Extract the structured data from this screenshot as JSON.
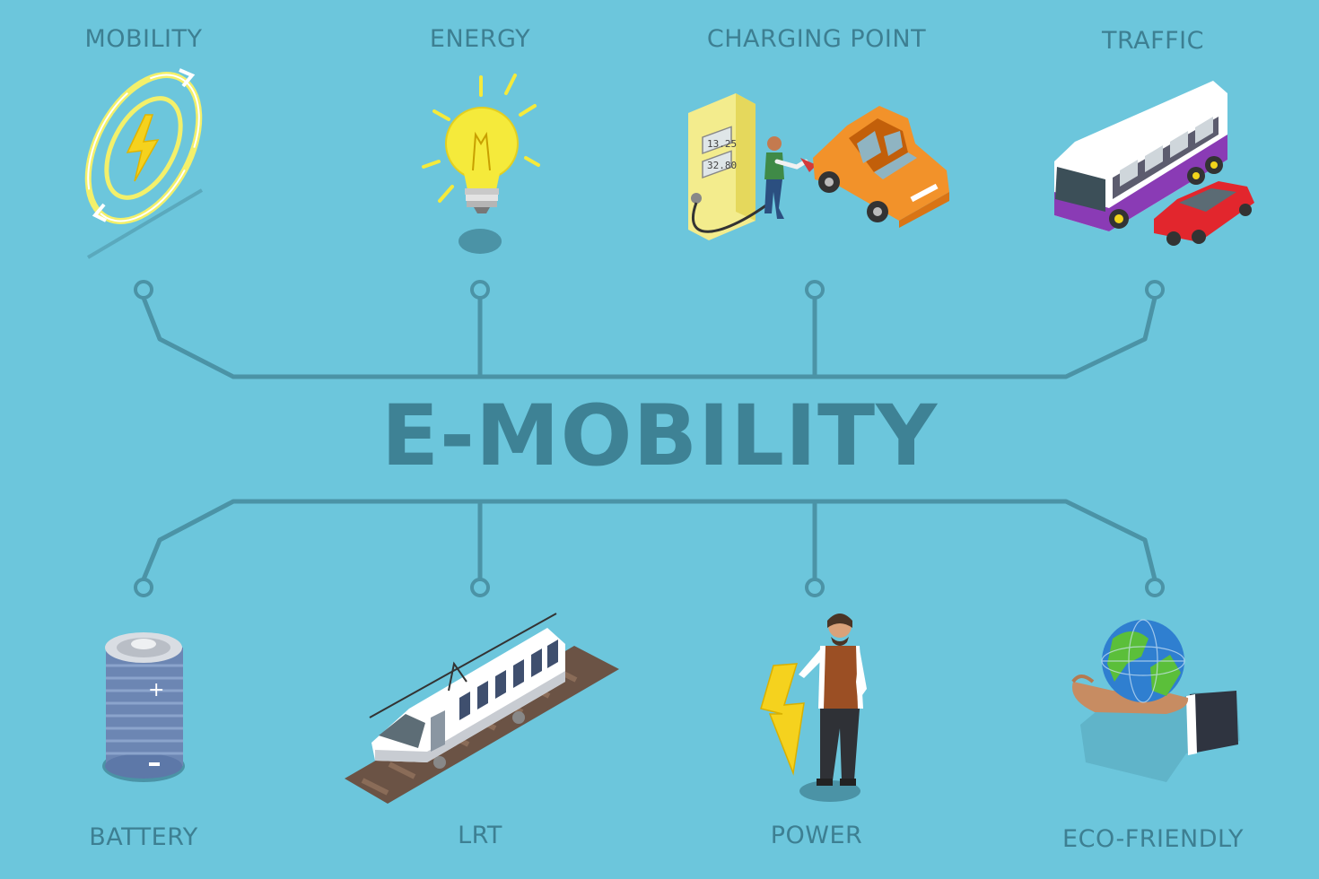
{
  "title": "E-MOBILITY",
  "nodes_top": [
    {
      "label": "MOBILITY",
      "icon": "mobility-icon"
    },
    {
      "label": "ENERGY",
      "icon": "lightbulb-icon"
    },
    {
      "label": "CHARGING POINT",
      "icon": "charging-station-icon"
    },
    {
      "label": "TRAFFIC",
      "icon": "bus-and-car-icon"
    }
  ],
  "nodes_bottom": [
    {
      "label": "BATTERY",
      "icon": "battery-icon"
    },
    {
      "label": "LRT",
      "icon": "tram-icon"
    },
    {
      "label": "POWER",
      "icon": "man-with-lightning-icon"
    },
    {
      "label": "ECO-FRIENDLY",
      "icon": "globe-in-hand-icon"
    }
  ],
  "charger_display": [
    "13.25",
    "32.80"
  ],
  "colors": {
    "background": "#6cc6dc",
    "connector": "#4b93a6",
    "text": "#3d7f92"
  }
}
